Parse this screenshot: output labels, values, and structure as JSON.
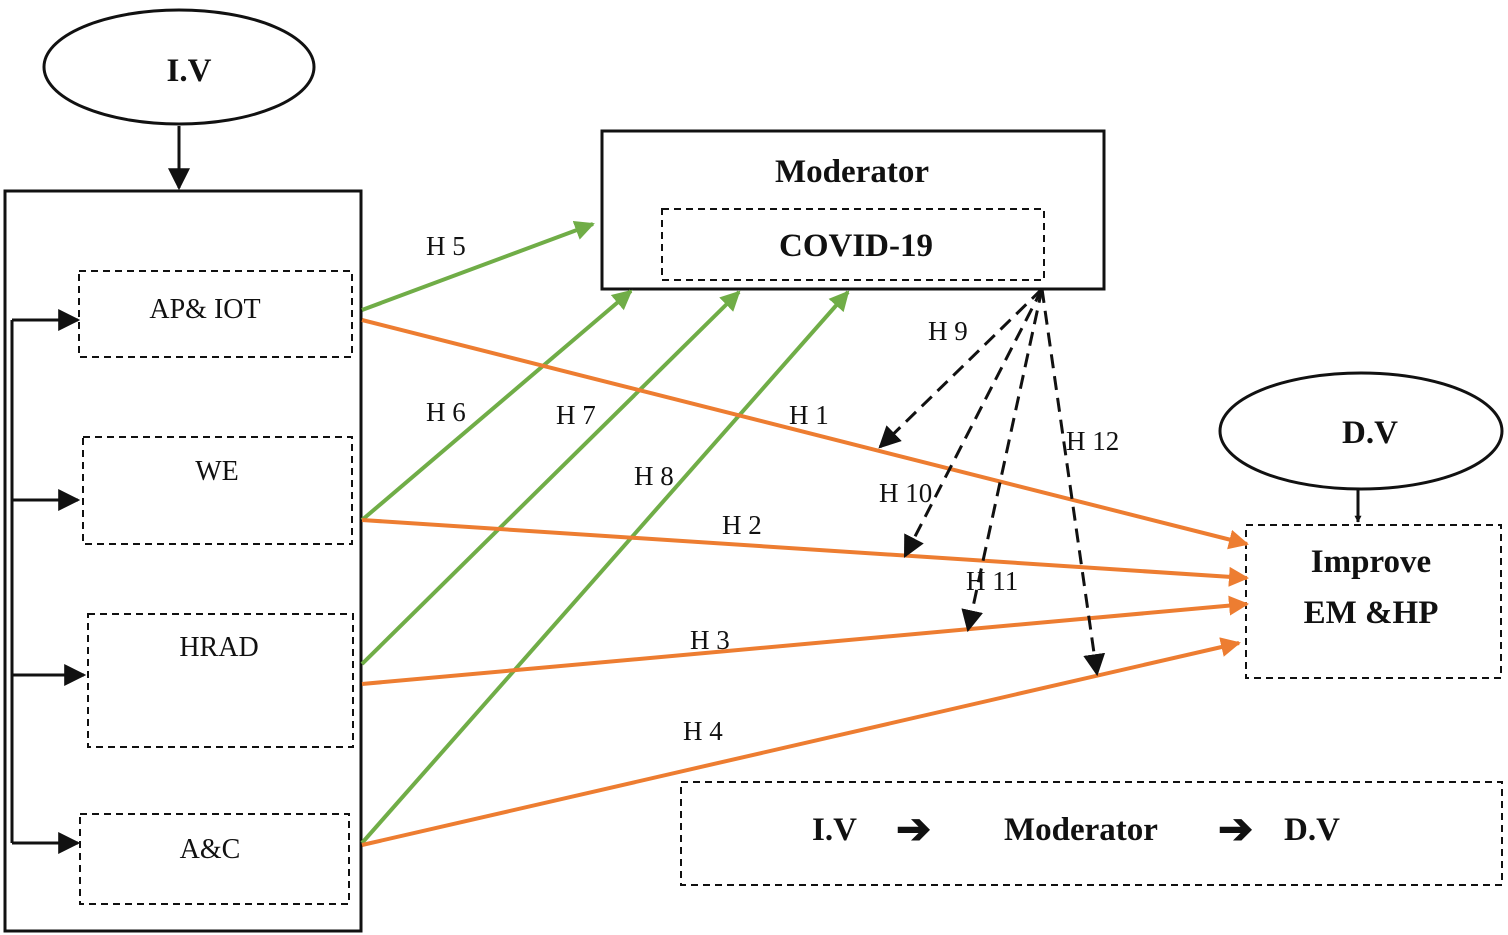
{
  "iv": {
    "label": "I.V"
  },
  "dv": {
    "label": "D.V"
  },
  "moderator": {
    "title": "Moderator",
    "factor": "COVID-19"
  },
  "independent_factors": [
    "AP& IOT",
    "WE",
    "HRAD",
    "A&C"
  ],
  "dependent": {
    "line1": "Improve",
    "line2": "EM &HP"
  },
  "hypotheses": {
    "h1": "H 1",
    "h2": "H 2",
    "h3": "H 3",
    "h4": "H 4",
    "h5": "H 5",
    "h6": "H 6",
    "h7": "H 7",
    "h8": "H 8",
    "h9": "H 9",
    "h10": "H 10",
    "h11": "H 11",
    "h12": "H 12"
  },
  "legend": {
    "iv": "I.V",
    "moderator": "Moderator",
    "dv": "D.V",
    "arrow_glyph": "➔"
  },
  "colors": {
    "direct_effect": "#ed7d31",
    "moderator_effect": "#70ad47",
    "moderation": "#111111"
  }
}
